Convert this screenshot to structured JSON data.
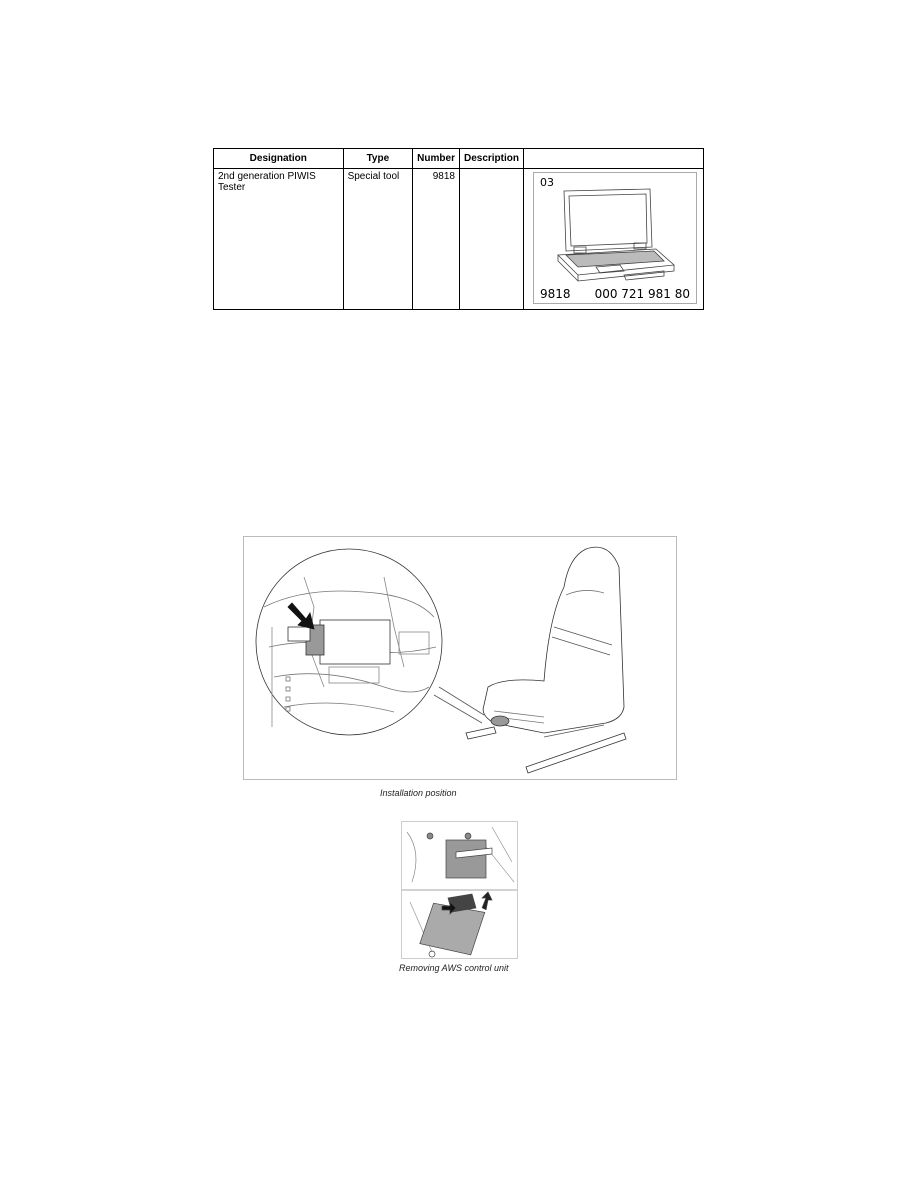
{
  "tools_table": {
    "headers": [
      "Designation",
      "Type",
      "Number",
      "Description",
      ""
    ],
    "rows": [
      {
        "designation": "2nd generation PIWIS Tester",
        "type": "Special tool",
        "number": "9818",
        "description": "",
        "image": {
          "code": "03",
          "tool_number": "9818",
          "part_number": "000 721 981 80",
          "icon": "laptop-icon"
        }
      }
    ]
  },
  "figures": [
    {
      "caption": "Installation position",
      "icon": "seat-installation-illustration"
    },
    {
      "caption": "Removing AWS control unit",
      "icon": "control-unit-removal-illustration"
    }
  ]
}
